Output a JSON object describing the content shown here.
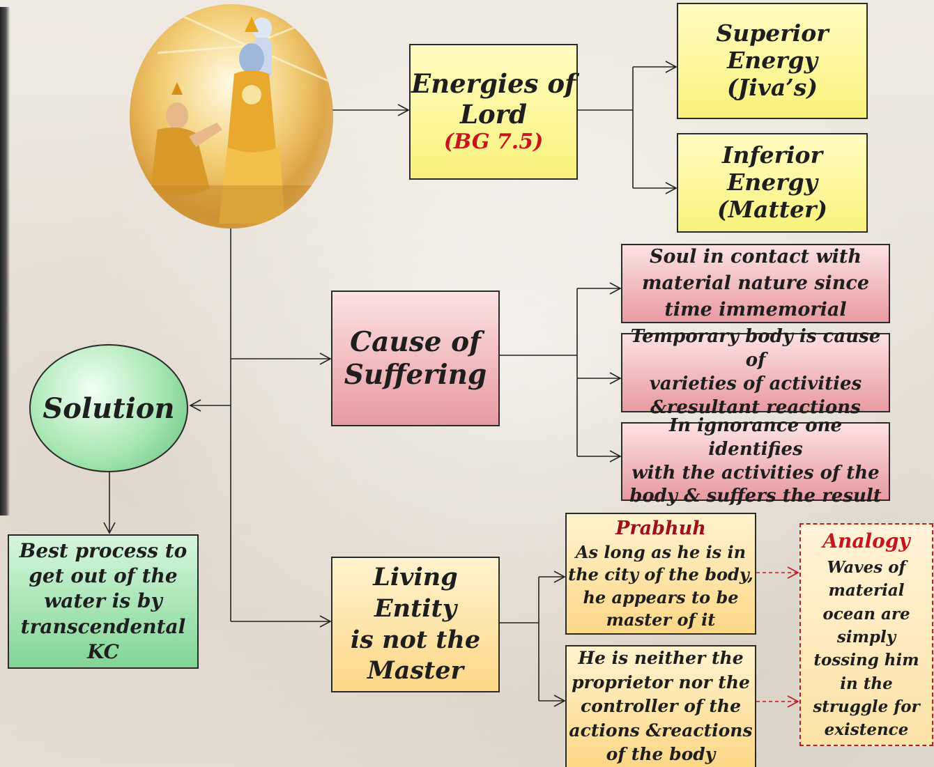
{
  "image_alt": "Krishna and Arjuna",
  "energies": {
    "line1": "Energies of",
    "line2": "Lord",
    "ref": "(BG 7.5)"
  },
  "superior": {
    "line1": "Superior",
    "line2": "Energy",
    "line3": "(Jiva’s)"
  },
  "inferior": {
    "line1": "Inferior",
    "line2": "Energy",
    "line3": "(Matter)"
  },
  "cause": {
    "line1": "Cause of",
    "line2": "Suffering"
  },
  "cause_points": [
    {
      "line1": "Soul in contact with",
      "line2": "material nature since",
      "line3": "time immemorial"
    },
    {
      "line1": "Temporary body is cause of",
      "line2": "varieties of activities",
      "line3": "&resultant reactions"
    },
    {
      "line1": "In ignorance one identifies",
      "line2": "with the activities of the",
      "line3": "body & suffers the result"
    }
  ],
  "solution": {
    "label": "Solution"
  },
  "best_process": {
    "line1": "Best process to",
    "line2": "get out of the",
    "line3": "water is by",
    "line4": "transcendental",
    "line5": "KC"
  },
  "living_entity": {
    "line1": "Living Entity",
    "line2": "is not the",
    "line3": "Master"
  },
  "prabhuh": {
    "title": "Prabhuh",
    "line1": "As long as he is in",
    "line2": "the city of the body,",
    "line3": "he appears to be",
    "line4": "master of it"
  },
  "neither": {
    "line1": "He is neither the",
    "line2": "proprietor nor the",
    "line3": "controller of the",
    "line4": "actions &reactions",
    "line5": "of the body"
  },
  "analogy": {
    "title": "Analogy",
    "line1": "Waves of",
    "line2": "material",
    "line3": "ocean are",
    "line4": "simply",
    "line5": "tossing him",
    "line6": "in the",
    "line7": "struggle for",
    "line8": "existence"
  }
}
